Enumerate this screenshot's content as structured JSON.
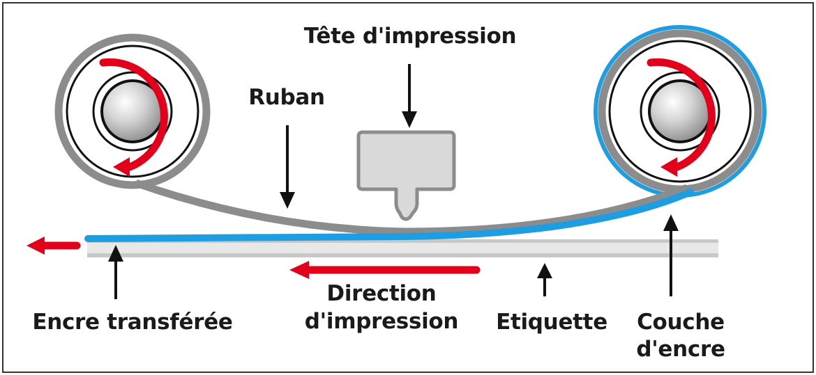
{
  "labels": {
    "print_head": "Tête d'impression",
    "ribbon": "Ruban",
    "transferred_ink": "Encre transférée",
    "print_direction_line1": "Direction",
    "print_direction_line2": "d'impression",
    "label": "Etiquette",
    "ink_layer_line1": "Couche",
    "ink_layer_line2": "d'encre"
  },
  "colors": {
    "ribbon_gray": "#8c8c8c",
    "ink_blue": "#1e9ee0",
    "arrow_red": "#e2001a",
    "label_gray": "#cccccc",
    "text": "#1a1a1a"
  }
}
